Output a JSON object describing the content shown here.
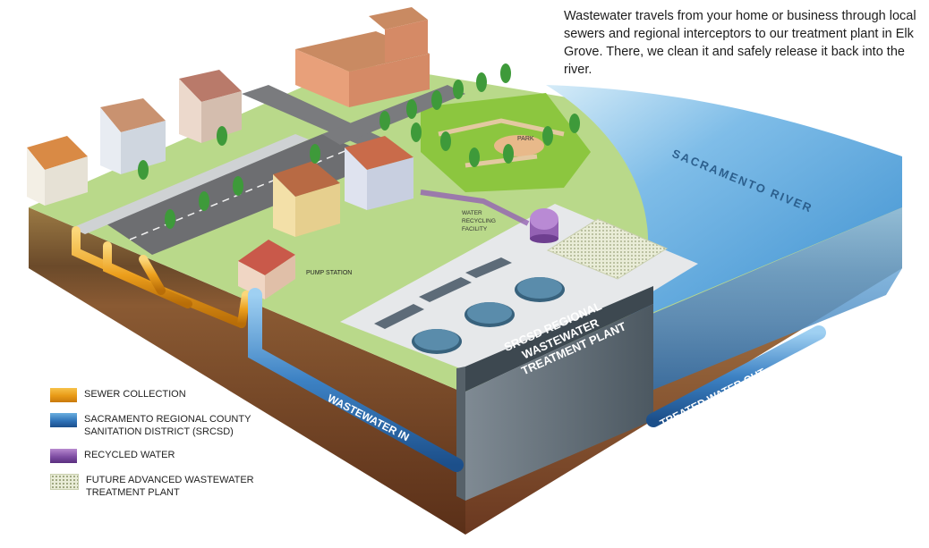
{
  "intro_text": "Wastewater travels from your home or business through local sewers and regional interceptors to our treatment plant in Elk Grove. There, we clean it and safely release it back into the river.",
  "map_labels": {
    "river": "SACRAMENTO RIVER",
    "park": "PARK",
    "water_recycling_facility": "WATER\nRECYCLING\nFACILITY",
    "pump_station": "PUMP STATION",
    "plant_line1": "SRCSD REGIONAL",
    "plant_line2": "WASTEWATER",
    "plant_line3": "TREATMENT PLANT",
    "wastewater_in": "WASTEWATER IN",
    "treated_water_out": "TREATED WATER OUT"
  },
  "legend": [
    {
      "label": "SEWER COLLECTION",
      "swatch": "sewer",
      "color": "#e89a16"
    },
    {
      "label": "SACRAMENTO REGIONAL COUNTY\nSANITATION DISTRICT (SRCSD)",
      "swatch": "srcsd",
      "color": "#2f73b8"
    },
    {
      "label": "RECYCLED WATER",
      "swatch": "recycled",
      "color": "#7f4ea4"
    },
    {
      "label": "FUTURE ADVANCED WASTEWATER\nTREATMENT PLANT",
      "swatch": "future",
      "color": "#d9dcc2"
    }
  ],
  "colors": {
    "grass": "#b9d98a",
    "park_grass": "#8cc63f",
    "river": "#4f9ed8",
    "road": "#6d6e71",
    "plant_ground": "#e6e8ea",
    "topsoil": "#8a6a3a",
    "deep_soil": "#6b3c22"
  }
}
